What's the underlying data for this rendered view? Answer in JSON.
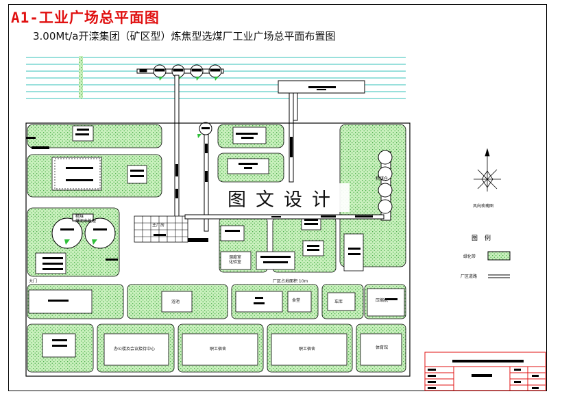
{
  "header": {
    "title": "A1-工业广场总平面图",
    "subtitle": "3.00Mt/a开滦集团（矿区型）炼焦型选煤厂工业广场总平面布置图"
  },
  "stamp": {
    "text": "图文设计"
  },
  "labels": {
    "gate": "大门",
    "boundary_note": "厂区占地面积 10m",
    "bath": "浴池",
    "canteen": "食堂",
    "guard": "车库",
    "coal_room": "压缩机",
    "office": "办公楼及会议接待中心",
    "dorm1": "职工宿舍",
    "dorm2": "职工宿舍",
    "gym": "体育馆",
    "dispatch": "调度室\n化验室",
    "prep": "精煤\n煤泥水处理",
    "main_plant": "主厂房",
    "silos": "精煤仓",
    "wind_rose": "风向玫瑰图"
  },
  "legend": {
    "title": "图例",
    "items": [
      {
        "label": "绿化带",
        "swatch": "hatched-green"
      },
      {
        "label": "厂区道路",
        "swatch": "double-line"
      }
    ]
  },
  "colors": {
    "title": "#e01010",
    "green_fill": "#c9f0bd",
    "green_dot": "#3fa83f",
    "rail": "#33c2b8",
    "ink": "#000000"
  }
}
